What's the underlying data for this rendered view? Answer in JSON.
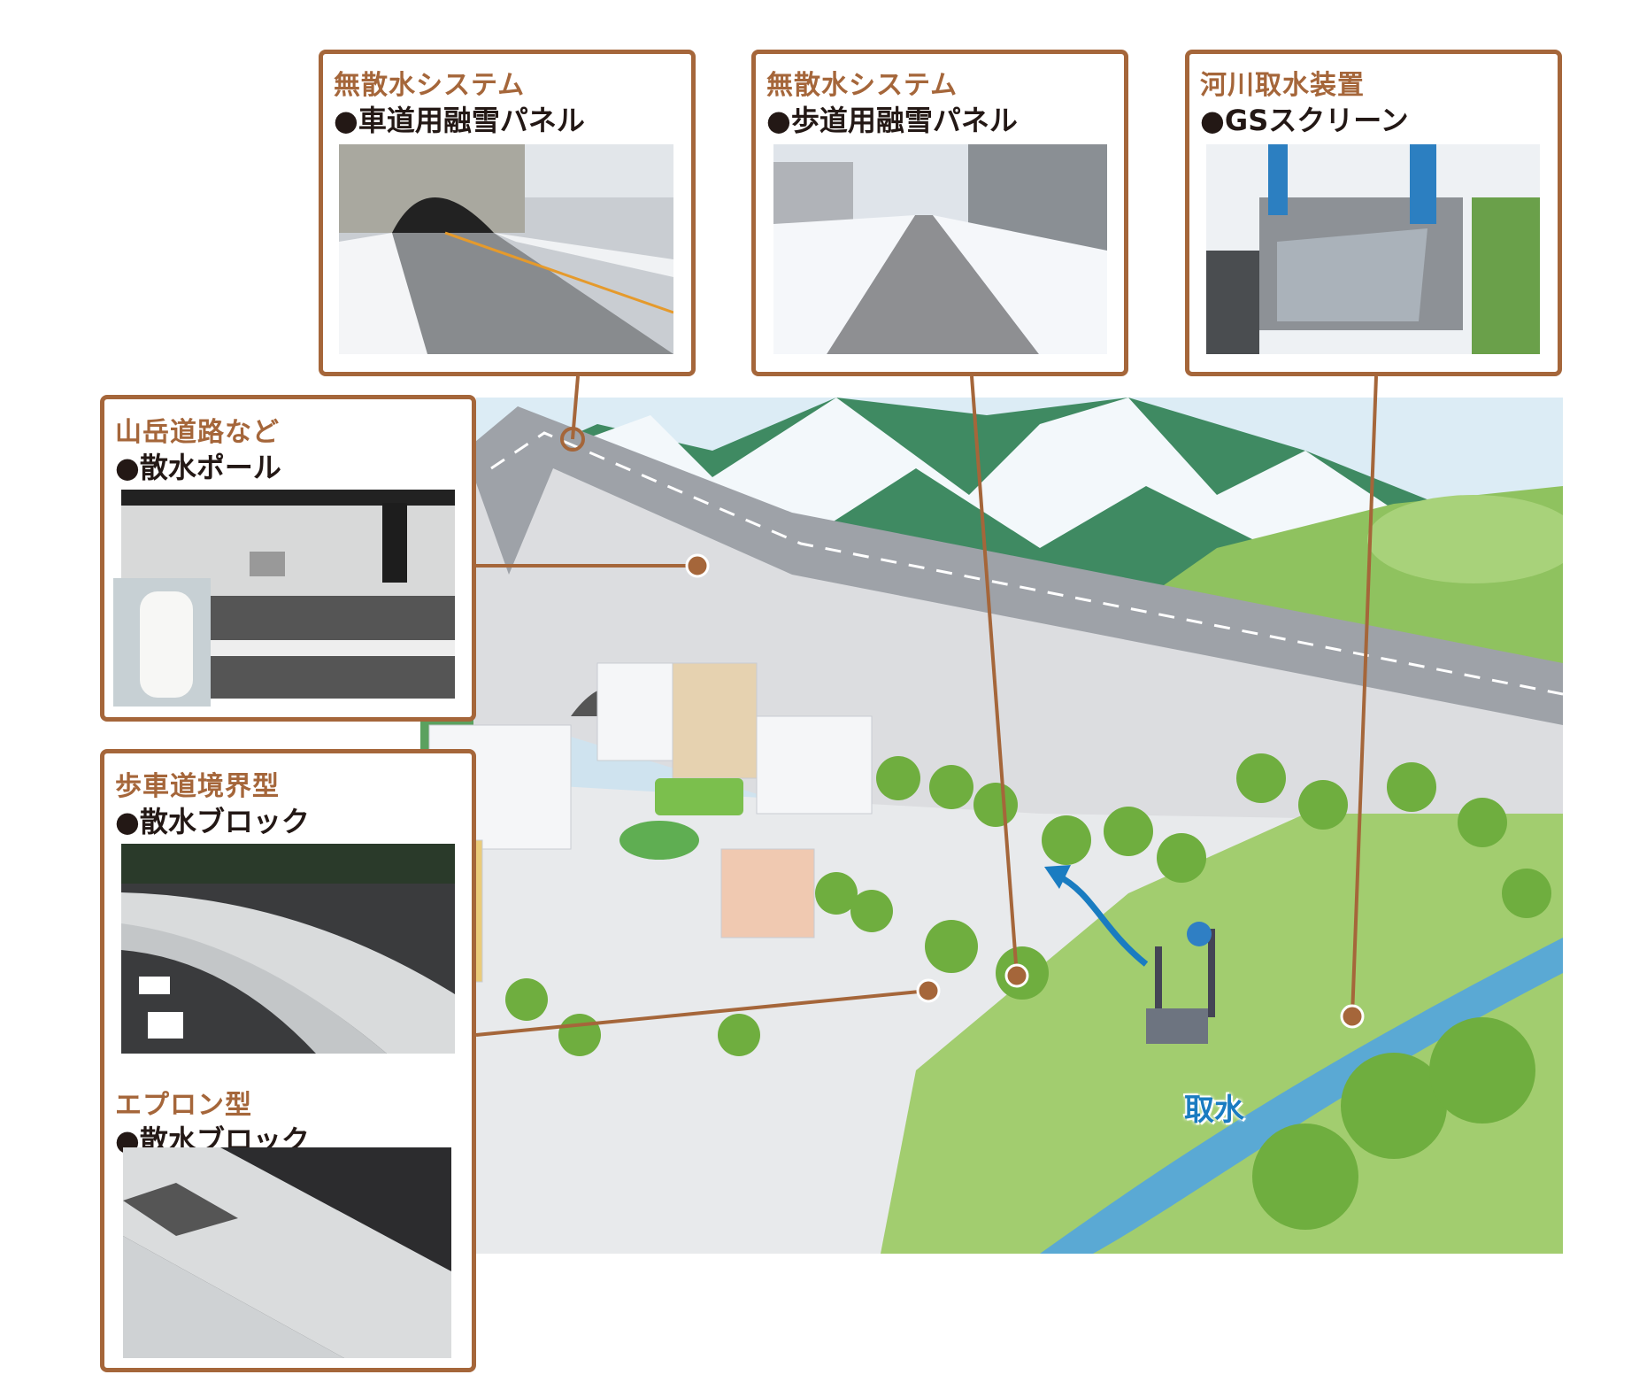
{
  "panels": [
    {
      "category": "無散水システム",
      "item": "●車道用融雪パネル"
    },
    {
      "category": "無散水システム",
      "item": "●歩道用融雪パネル"
    },
    {
      "category": "河川取水装置",
      "item": "●GSスクリーン"
    },
    {
      "category": "山岳道路など",
      "item": "●散水ポール"
    },
    {
      "category": "歩車道境界型",
      "item": "●散水ブロック"
    },
    {
      "category": "エプロン型",
      "item": "●散水ブロック"
    }
  ],
  "scene": {
    "intake_label": "取水"
  },
  "colors": {
    "accent": "#a5663a",
    "intake": "#1a7cc1",
    "text": "#231815"
  }
}
